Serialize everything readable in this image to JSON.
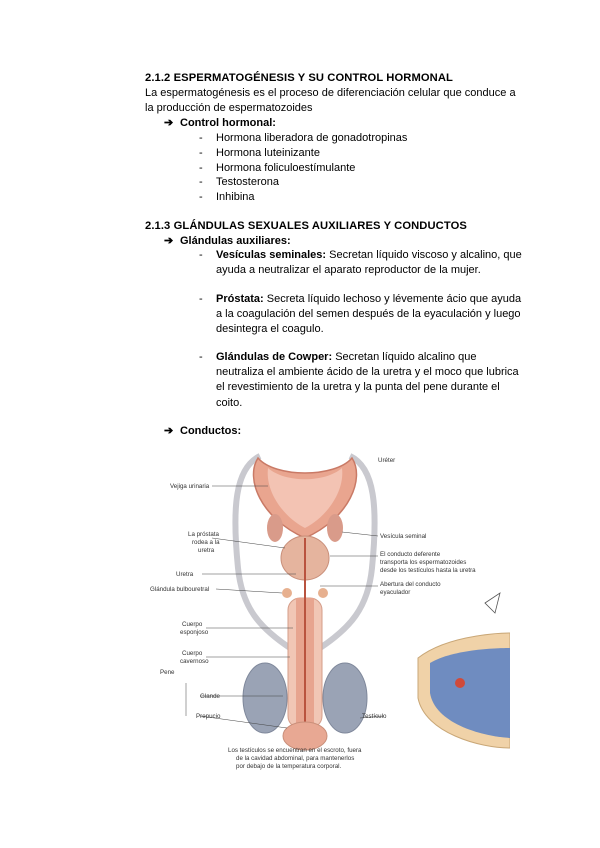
{
  "section1": {
    "heading": "2.1.2 ESPERMATOGÉNESIS Y SU CONTROL HORMONAL",
    "intro_line1": "La espermatogénesis es el proceso de diferenciación celular que conduce a",
    "intro_line2": "la producción de espermatozoides",
    "sub_heading": "Control hormonal:",
    "items": [
      "Hormona liberadora de gonadotropinas",
      "Hormona luteinizante",
      "Hormona foliculoestímulante",
      "Testosterona",
      "Inhibina"
    ]
  },
  "section2": {
    "heading": "2.1.3 GLÁNDULAS SEXUALES AUXILIARES Y CONDUCTOS",
    "sub_heading": "Glándulas auxiliares:",
    "glands": [
      {
        "name": "Vesículas seminales:",
        "desc_lines": [
          " Secretan líquido viscoso y alcalino, que",
          "ayuda a neutralizar el aparato reproductor de la mujer."
        ]
      },
      {
        "name": "Próstata:",
        "desc_lines": [
          " Secreta líquido lechoso y lévemente ácio que ayuda",
          "a la coagulación del semen después de la eyaculación y luego",
          "desintegra el coagulo."
        ]
      },
      {
        "name": "Glándulas de Cowper:",
        "desc_lines": [
          " Secretan líquido alcalino que",
          "neutraliza el ambiente ácido de la uretra y el moco que  lubrica",
          "el revestimiento de la uretra y la punta del pene durante el",
          "coito."
        ]
      }
    ],
    "ducts_heading": "Conductos:"
  },
  "figure": {
    "labels": {
      "ureter": "Uréter",
      "vejiga": "Vejiga urinaria",
      "prostata_1": "La próstata",
      "prostata_2": "rodea a la",
      "prostata_3": "uretra",
      "uretra": "Uretra",
      "bulbouretral": "Glándula bulbouretral",
      "cuerpo_esp_1": "Cuerpo",
      "cuerpo_esp_2": "esponjoso",
      "cuerpo_cav_1": "Cuerpo",
      "cuerpo_cav_2": "cavernoso",
      "pene": "Pene",
      "glande": "Glande",
      "prepucio": "Prepucio",
      "vesicula": "Vesícula seminal",
      "deferente_1": "El conducto deferente",
      "deferente_2": "transporta los espermatozoides",
      "deferente_3": "desde los testículos hasta la uretra",
      "eyaculador_1": "Abertura del conducto",
      "eyaculador_2": "eyaculador",
      "testiculo": "Testículo",
      "caption_1": "Los testículos se encuentran en el escroto, fuera",
      "caption_2": "de la cavidad abdominal, para mantenerlos",
      "caption_3": "por debajo de la temperatura corporal."
    }
  }
}
